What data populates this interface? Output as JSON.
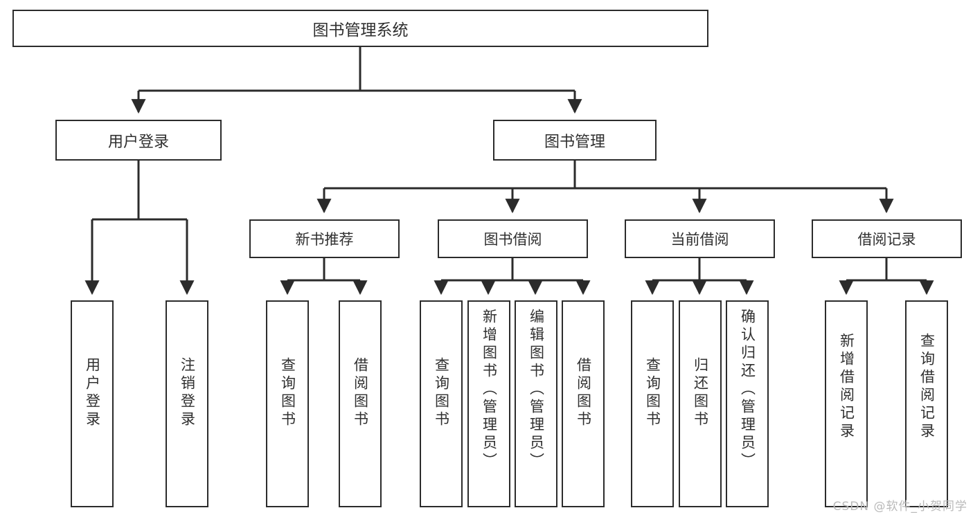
{
  "diagram": {
    "title": "图书管理系统",
    "type": "hierarchy-tree",
    "levels": 4,
    "root": {
      "label": "图书管理系统"
    },
    "level2": [
      {
        "label": "用户登录"
      },
      {
        "label": "图书管理"
      }
    ],
    "level3": [
      {
        "label": "新书推荐",
        "parent": "图书管理"
      },
      {
        "label": "图书借阅",
        "parent": "图书管理"
      },
      {
        "label": "当前借阅",
        "parent": "图书管理"
      },
      {
        "label": "借阅记录",
        "parent": "图书管理"
      }
    ],
    "leaves": [
      {
        "label": "用户登录",
        "parent": "用户登录"
      },
      {
        "label": "注销登录",
        "parent": "用户登录"
      },
      {
        "label": "查询图书",
        "parent": "新书推荐"
      },
      {
        "label": "借阅图书",
        "parent": "新书推荐"
      },
      {
        "label": "查询图书",
        "parent": "图书借阅"
      },
      {
        "label": "新增图书（管理员）",
        "parent": "图书借阅"
      },
      {
        "label": "编辑图书（管理员）",
        "parent": "图书借阅"
      },
      {
        "label": "借阅图书",
        "parent": "图书借阅"
      },
      {
        "label": "查询图书",
        "parent": "当前借阅"
      },
      {
        "label": "归还图书",
        "parent": "当前借阅"
      },
      {
        "label": "确认归还（管理员）",
        "parent": "当前借阅"
      },
      {
        "label": "新增借阅记录",
        "parent": "借阅记录"
      },
      {
        "label": "查询借阅记录",
        "parent": "借阅记录"
      }
    ],
    "watermark": "CSDN @软件_小贺同学",
    "colors": {
      "border": "#2b2b2b",
      "text": "#2f2f2f",
      "background": "#ffffff",
      "watermark": "#b9b9b9"
    }
  }
}
